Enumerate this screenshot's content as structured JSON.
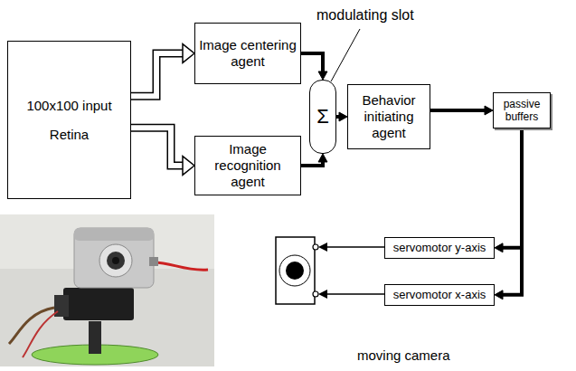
{
  "diagram": {
    "nodes": [
      {
        "text": [
          "100x100 input",
          "Retina"
        ]
      },
      {
        "text": [
          "Image centering agent"
        ]
      },
      {
        "text": [
          "Image recognition agent"
        ]
      },
      {
        "text": [
          "Σ"
        ]
      },
      {
        "text": [
          "Behavior initiating agent"
        ]
      },
      {
        "text": [
          "passive buffers"
        ]
      },
      {
        "text": [
          "servomotor y-axis"
        ]
      },
      {
        "text": [
          "servomotor x-axis"
        ]
      }
    ],
    "edges": [
      {
        "from": 0,
        "to": 1,
        "arrow": "to"
      },
      {
        "from": 0,
        "to": 2,
        "arrow": "to"
      },
      {
        "from": 1,
        "to": 3,
        "arrow": "to"
      },
      {
        "from": 2,
        "to": 3,
        "arrow": "to"
      },
      {
        "from": 3,
        "to": 4,
        "arrow": "to"
      },
      {
        "from": 4,
        "to": 5,
        "arrow": "to"
      },
      {
        "from": 5,
        "to": 6,
        "arrow": "to"
      },
      {
        "from": 5,
        "to": 7,
        "arrow": "to"
      }
    ],
    "labels": [
      "modulating slot",
      "moving camera"
    ]
  }
}
